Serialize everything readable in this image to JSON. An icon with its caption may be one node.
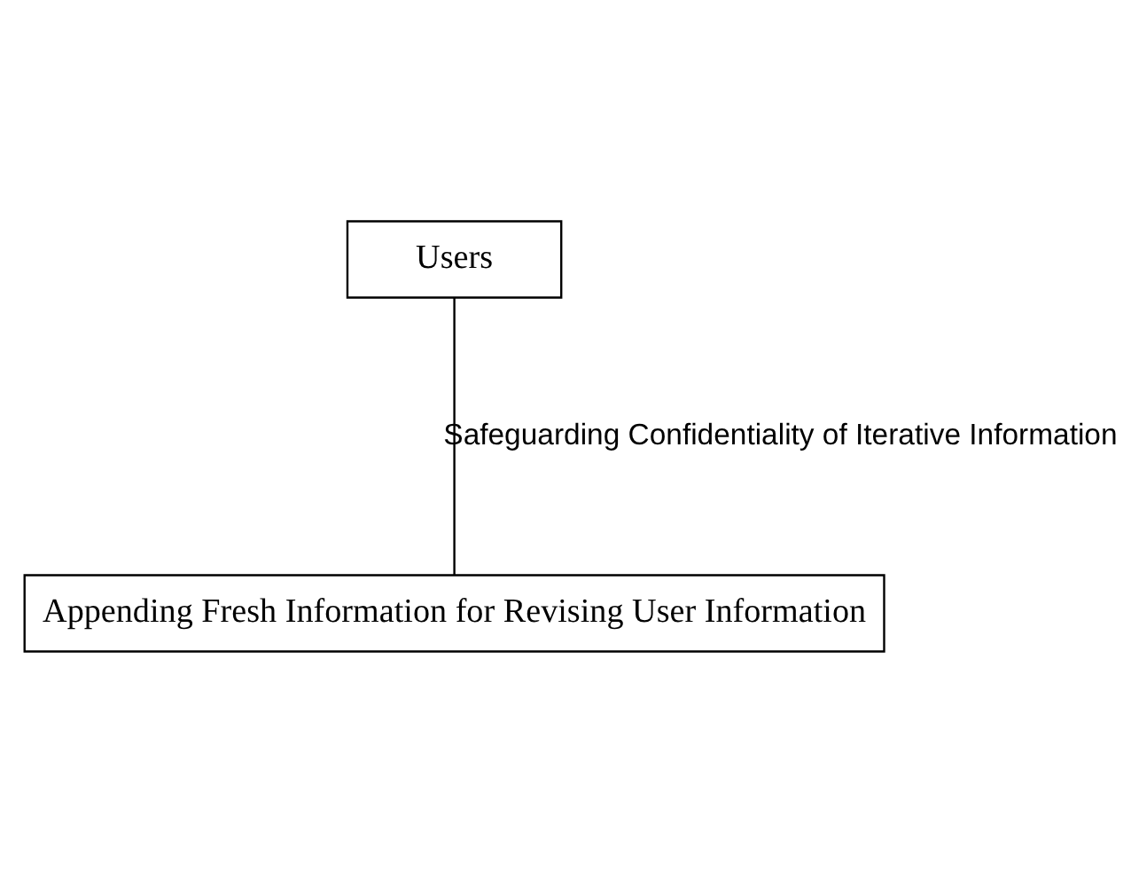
{
  "diagram": {
    "nodes": [
      {
        "text": [
          "Users"
        ]
      },
      {
        "text": [
          "Appending Fresh Information for Revising User Information"
        ]
      }
    ],
    "edges": [
      {
        "from": 0,
        "to": 1,
        "arrow": "none",
        "label": "Safeguarding Confidentiality of Iterative Information"
      }
    ]
  }
}
